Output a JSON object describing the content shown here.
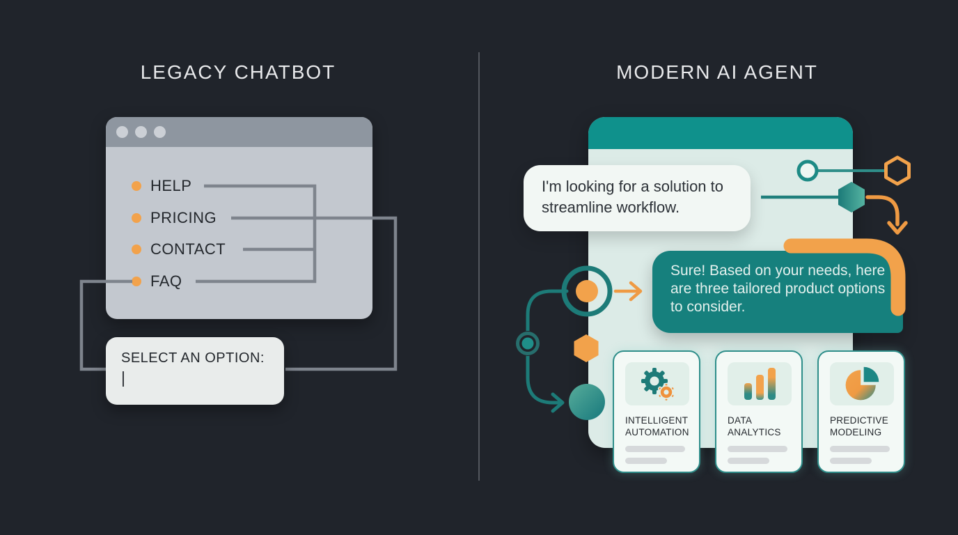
{
  "left_panel": {
    "title": "LEGACY CHATBOT",
    "window": {
      "menu_items": [
        {
          "label": "HELP"
        },
        {
          "label": "PRICING"
        },
        {
          "label": "CONTACT"
        },
        {
          "label": "FAQ"
        }
      ]
    },
    "prompt_box": {
      "label": "SELECT AN OPTION:",
      "cursor": "|"
    }
  },
  "right_panel": {
    "title": "MODERN AI AGENT",
    "chat": {
      "user_message": "I'm looking for a solution to streamline workflow.",
      "agent_message": "Sure! Based on your needs, here are three tailored product options to consider."
    },
    "product_cards": [
      {
        "label": "INTELLIGENT AUTOMATION",
        "icon": "gear-icon"
      },
      {
        "label": "DATA ANALYTICS",
        "icon": "bar-chart-icon"
      },
      {
        "label": "PREDICTIVE MODELING",
        "icon": "pie-chart-icon"
      }
    ]
  },
  "colors": {
    "background": "#20242b",
    "accent_orange": "#f2a24b",
    "teal_header": "#0f918c",
    "teal_bubble": "#16807d",
    "teal_stroke": "#1d7b78",
    "card_body": "#dcebe7",
    "window_header_gray": "#8e96a0",
    "window_body_gray": "#c3c8cf",
    "connector_gray": "#7e848d",
    "prompt_box_bg": "#e9eceb",
    "user_bubble_bg": "#f2f7f4"
  }
}
